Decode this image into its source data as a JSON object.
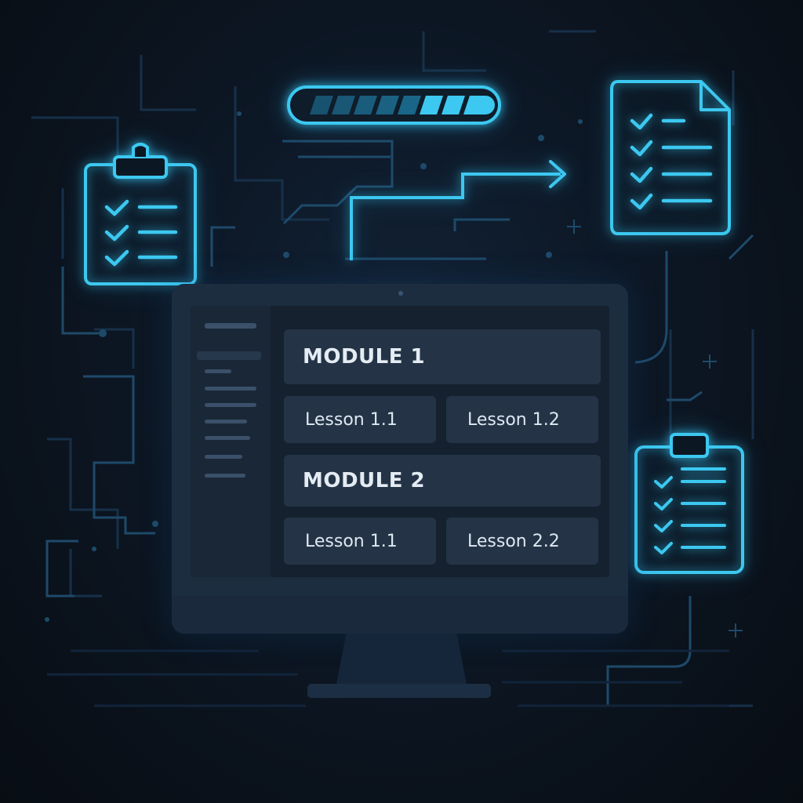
{
  "modules": [
    {
      "title": "MODULE 1",
      "lessons": [
        "Lesson 1.1",
        "Lesson 1.2"
      ]
    },
    {
      "title": "MODULE 2",
      "lessons": [
        "Lesson 1.1",
        "Lesson 2.2"
      ]
    }
  ],
  "progress": {
    "segments_total": 8,
    "segments_filled_bright": 3
  },
  "icons": {
    "progress": "progress-bar-icon",
    "clipboard_left": "clipboard-checklist-icon",
    "document_right": "document-checklist-icon",
    "clipboard_right": "clipboard-checklist-icon",
    "arrow": "arrow-right-icon"
  },
  "colors": {
    "accent": "#3cc8f0",
    "accent_dim": "#1f7fa8",
    "monitor": "#1c2d40",
    "screen": "#15212f",
    "panel": "#243446",
    "text": "#e4ebf3"
  }
}
